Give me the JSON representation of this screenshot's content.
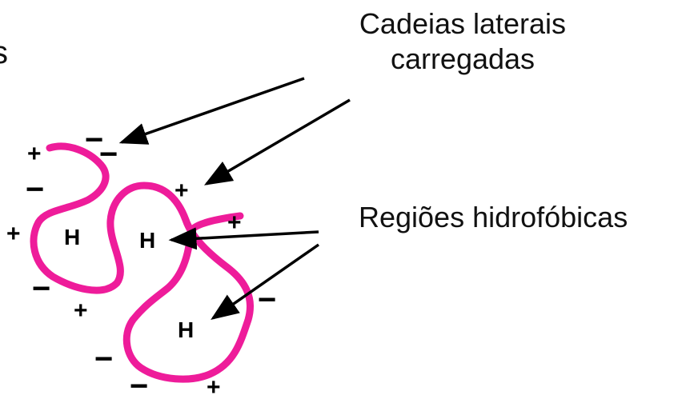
{
  "labels": {
    "charged_side_chains_line1": "Cadeias laterais",
    "charged_side_chains_line2": "carregadas",
    "hydrophobic_regions": "Regiões hidrofóbicas",
    "cut_off_text": "s"
  },
  "regions": {
    "hydrophobic_marker": "H"
  },
  "charges": {
    "plus": "+",
    "minus": "−"
  },
  "colors": {
    "chain": "#ee1c9a",
    "arrow": "#000000",
    "text": "#111111"
  }
}
